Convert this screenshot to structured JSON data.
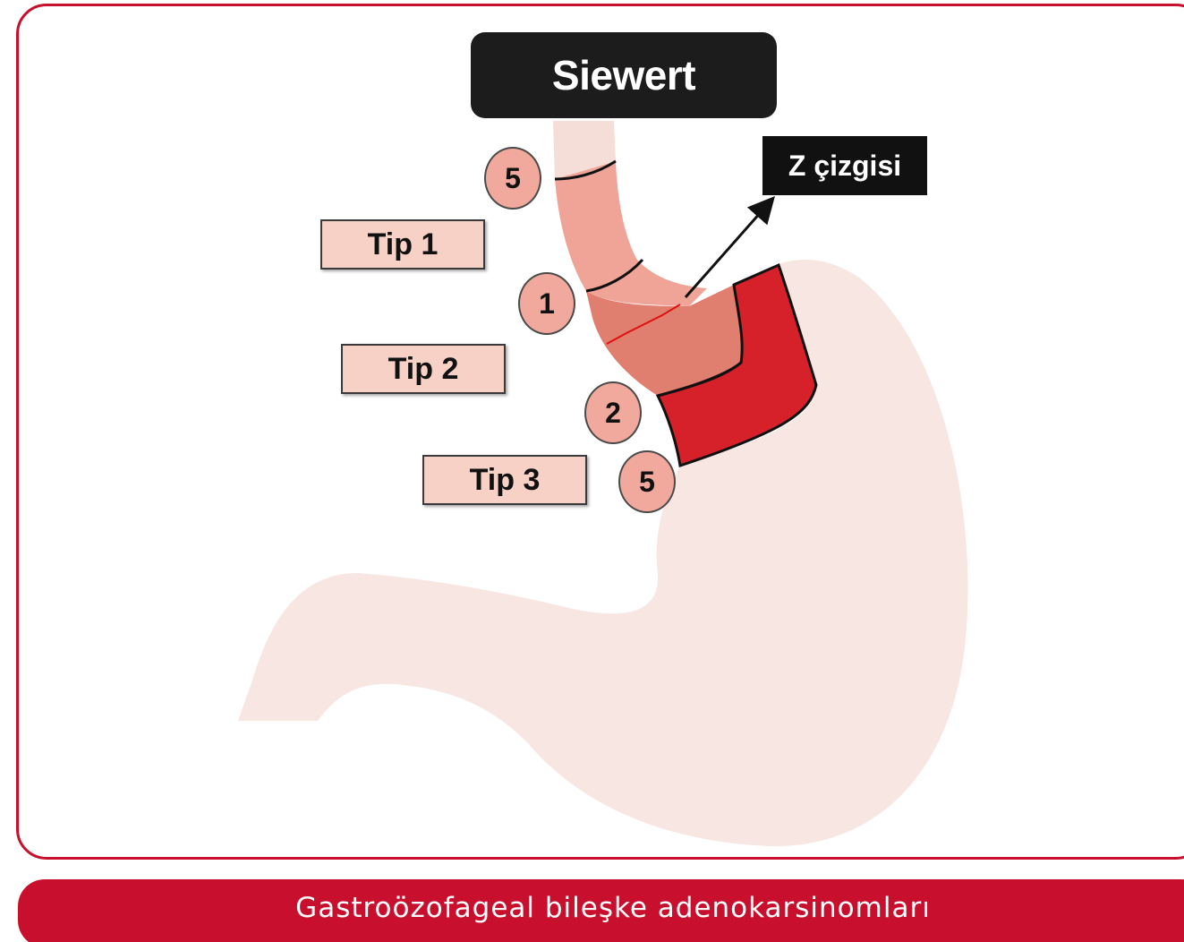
{
  "title": "Siewert",
  "z_line_label": "Z çizgisi",
  "types": [
    {
      "label": "Tip 1"
    },
    {
      "label": "Tip 2"
    },
    {
      "label": "Tip 3"
    }
  ],
  "distance_markers": [
    {
      "value": "5"
    },
    {
      "value": "1"
    },
    {
      "value": "2"
    },
    {
      "value": "5"
    }
  ],
  "caption": "Gastroözofageal bileşke adenokarsinomları",
  "colors": {
    "frame": "#c8102e",
    "stomach": "#f7e6e2",
    "esophagus_upper": "#f0a497",
    "esophagus_lower": "#e07e70",
    "cardia": "#d6212b",
    "label_fill": "#f7d0c6",
    "circle_fill": "#f2a99d"
  }
}
